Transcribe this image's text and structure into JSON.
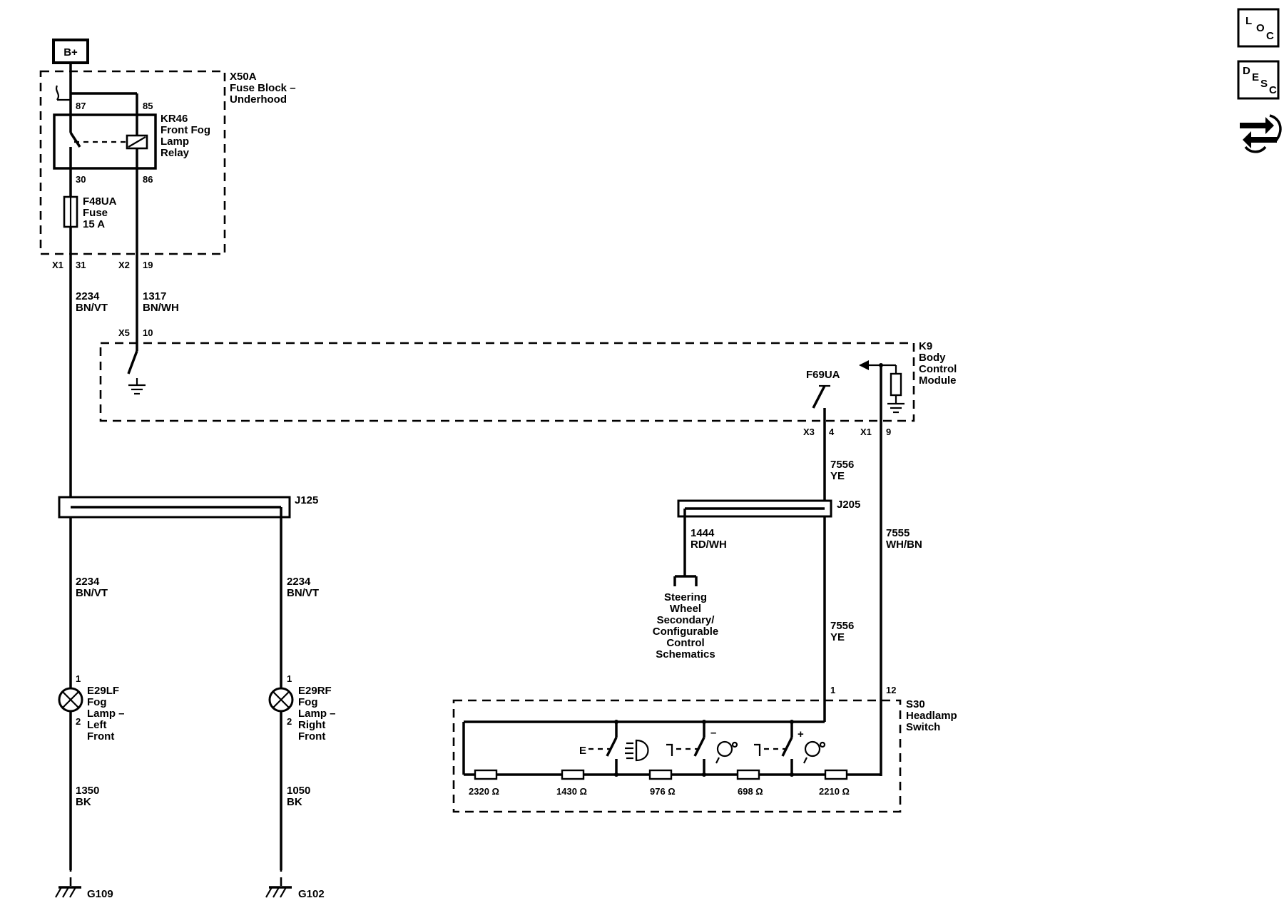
{
  "power": {
    "label": "B+"
  },
  "fuse_block": {
    "connector_label": "X50A",
    "title_line1": "Fuse Block –",
    "title_line2": "Underhood",
    "x1": "X1",
    "x1_pin": "31",
    "x2": "X2",
    "x2_pin": "19"
  },
  "relay": {
    "pin_87": "87",
    "pin_85": "85",
    "pin_30": "30",
    "pin_86": "86",
    "line1": "KR46",
    "line2": "Front Fog",
    "line3": "Lamp",
    "line4": "Relay"
  },
  "fuse": {
    "line1": "F48UA",
    "line2": "Fuse",
    "line3": "15 A"
  },
  "wires": {
    "w2234_top": {
      "circuit": "2234",
      "color": "BN/VT"
    },
    "w1317": {
      "circuit": "1317",
      "color": "BN/WH"
    },
    "w2234_left": {
      "circuit": "2234",
      "color": "BN/VT"
    },
    "w2234_right": {
      "circuit": "2234",
      "color": "BN/VT"
    },
    "w1350": {
      "circuit": "1350",
      "color": "BK"
    },
    "w1050": {
      "circuit": "1050",
      "color": "BK"
    },
    "w7556_top": {
      "circuit": "7556",
      "color": "YE"
    },
    "w7556_bottom": {
      "circuit": "7556",
      "color": "YE"
    },
    "w1444": {
      "circuit": "1444",
      "color": "RD/WH"
    },
    "w7555": {
      "circuit": "7555",
      "color": "WH/BN"
    }
  },
  "bcm": {
    "x5": "X5",
    "x5_pin": "10",
    "line1": "K9",
    "line2": "Body",
    "line3": "Control",
    "line4": "Module",
    "switch_label": "F69UA",
    "x3": "X3",
    "x3_pin": "4",
    "x1": "X1",
    "x1_pin": "9"
  },
  "splices": {
    "j125": "J125",
    "j205": "J205"
  },
  "steering_ref": {
    "line1": "Steering",
    "line2": "Wheel",
    "line3": "Secondary/",
    "line4": "Configurable",
    "line5": "Control",
    "line6": "Schematics"
  },
  "lamp_left": {
    "pin1": "1",
    "pin2": "2",
    "line1": "E29LF",
    "line2": "Fog",
    "line3": "Lamp –",
    "line4": "Left",
    "line5": "Front"
  },
  "lamp_right": {
    "pin1": "1",
    "pin2": "2",
    "line1": "E29RF",
    "line2": "Fog",
    "line3": "Lamp –",
    "line4": "Right",
    "line5": "Front"
  },
  "grounds": {
    "left": "G109",
    "right": "G102"
  },
  "headlamp_switch": {
    "pin_1": "1",
    "pin_12": "12",
    "line1": "S30",
    "line2": "Headlamp",
    "line3": "Switch",
    "resistors": [
      "2320 Ω",
      "1430 Ω",
      "976 Ω",
      "698 Ω",
      "2210 Ω"
    ],
    "minus": "–",
    "plus": "+"
  },
  "side_icons": {
    "loc": {
      "l": "L",
      "o": "O",
      "c": "C",
      "icon": "location-icon"
    },
    "desc": {
      "d": "D",
      "e": "E",
      "s": "S",
      "c": "C",
      "icon": "description-icon"
    },
    "connector": {
      "icon": "connector-icon"
    }
  }
}
